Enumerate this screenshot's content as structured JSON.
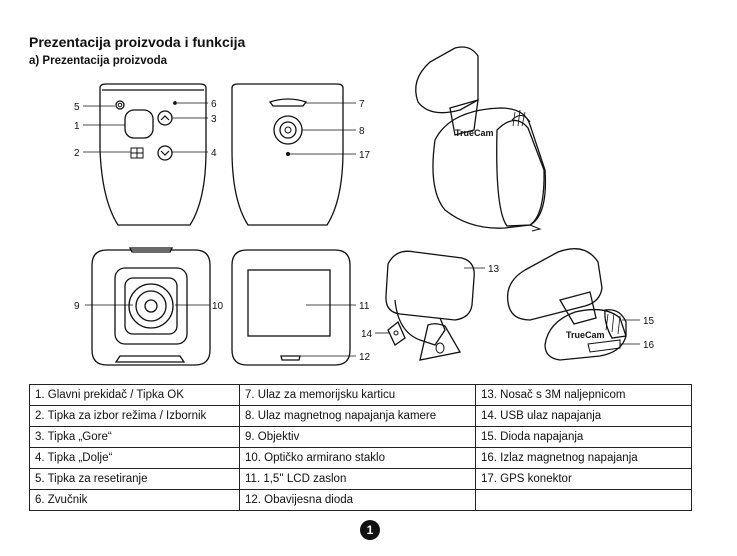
{
  "heading": "Prezentacija proizvoda i funkcija",
  "subheading": "a) Prezentacija proizvoda",
  "brand_mark": "TrueCam",
  "callouts": [
    "5",
    "1",
    "2",
    "6",
    "3",
    "4",
    "7",
    "8",
    "17",
    "13",
    "9",
    "10",
    "11",
    "12",
    "14",
    "15",
    "16"
  ],
  "parts_table": [
    [
      "1. Glavni prekidač / Tipka OK",
      "7. Ulaz za memorijsku karticu",
      "13. Nosač s 3M naljepnicom"
    ],
    [
      "2. Tipka za izbor režima / Izbornik",
      "8. Ulaz magnetnog napajanja kamere",
      "14. USB ulaz napajanja"
    ],
    [
      "3. Tipka „Gore“",
      "9. Objektiv",
      "15. Dioda napajanja"
    ],
    [
      "4. Tipka „Dolje“",
      "10. Optičko armirano staklo",
      "16. Izlaz magnetnog napajanja"
    ],
    [
      "5. Tipka za resetiranje",
      "11. 1,5'' LCD zaslon",
      "17. GPS konektor"
    ],
    [
      "6. Zvučnik",
      "12. Obavijesna dioda",
      ""
    ]
  ],
  "page_number": "1"
}
